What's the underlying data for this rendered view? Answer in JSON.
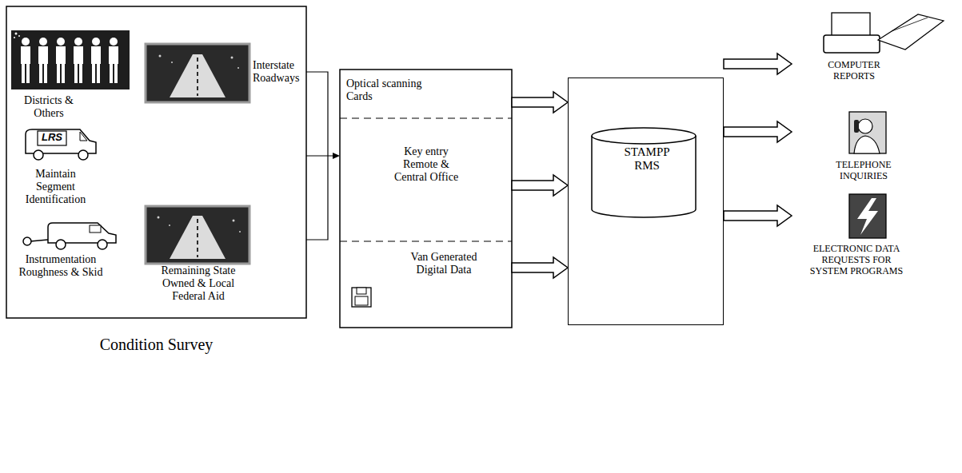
{
  "diagram": {
    "nodes": [
      {
        "text": [
          "Condition Survey"
        ]
      },
      {
        "text": [
          "Districts & Others"
        ],
        "in": 0
      },
      {
        "text": [
          "Interstate Roadways"
        ],
        "in": 0
      },
      {
        "text": [
          "Maintain Segment Identification"
        ],
        "in": 0
      },
      {
        "text": [
          "Remaining State Owned & Local Federal Aid"
        ],
        "in": 0
      },
      {
        "text": [
          "Instrumentation Roughness & Skid"
        ],
        "in": 0
      },
      {
        "text": [
          "Optical scanning Cards"
        ]
      },
      {
        "text": [
          "Key entry Remote & Central Office"
        ]
      },
      {
        "text": [
          "Van Generated Digital Data"
        ]
      },
      {
        "text": [
          "STAMPP RMS"
        ]
      },
      {
        "text": [
          "COMPUTER REPORTS"
        ]
      },
      {
        "text": [
          "TELEPHONE INQUIRIES"
        ]
      },
      {
        "text": [
          "ELECTRONIC DATA REQUESTS FOR SYSTEM PROGRAMS"
        ]
      }
    ],
    "edges": [
      {
        "from": 0,
        "to": 7,
        "arrow": "to"
      },
      {
        "from": 6,
        "to": 9,
        "arrow": "to"
      },
      {
        "from": 7,
        "to": 9,
        "arrow": "to"
      },
      {
        "from": 8,
        "to": 9,
        "arrow": "to"
      },
      {
        "from": 9,
        "to": 10,
        "arrow": "to"
      },
      {
        "from": 9,
        "to": 11,
        "arrow": "to"
      },
      {
        "from": 9,
        "to": 12,
        "arrow": "to"
      }
    ],
    "labels": [
      "LRS"
    ]
  }
}
